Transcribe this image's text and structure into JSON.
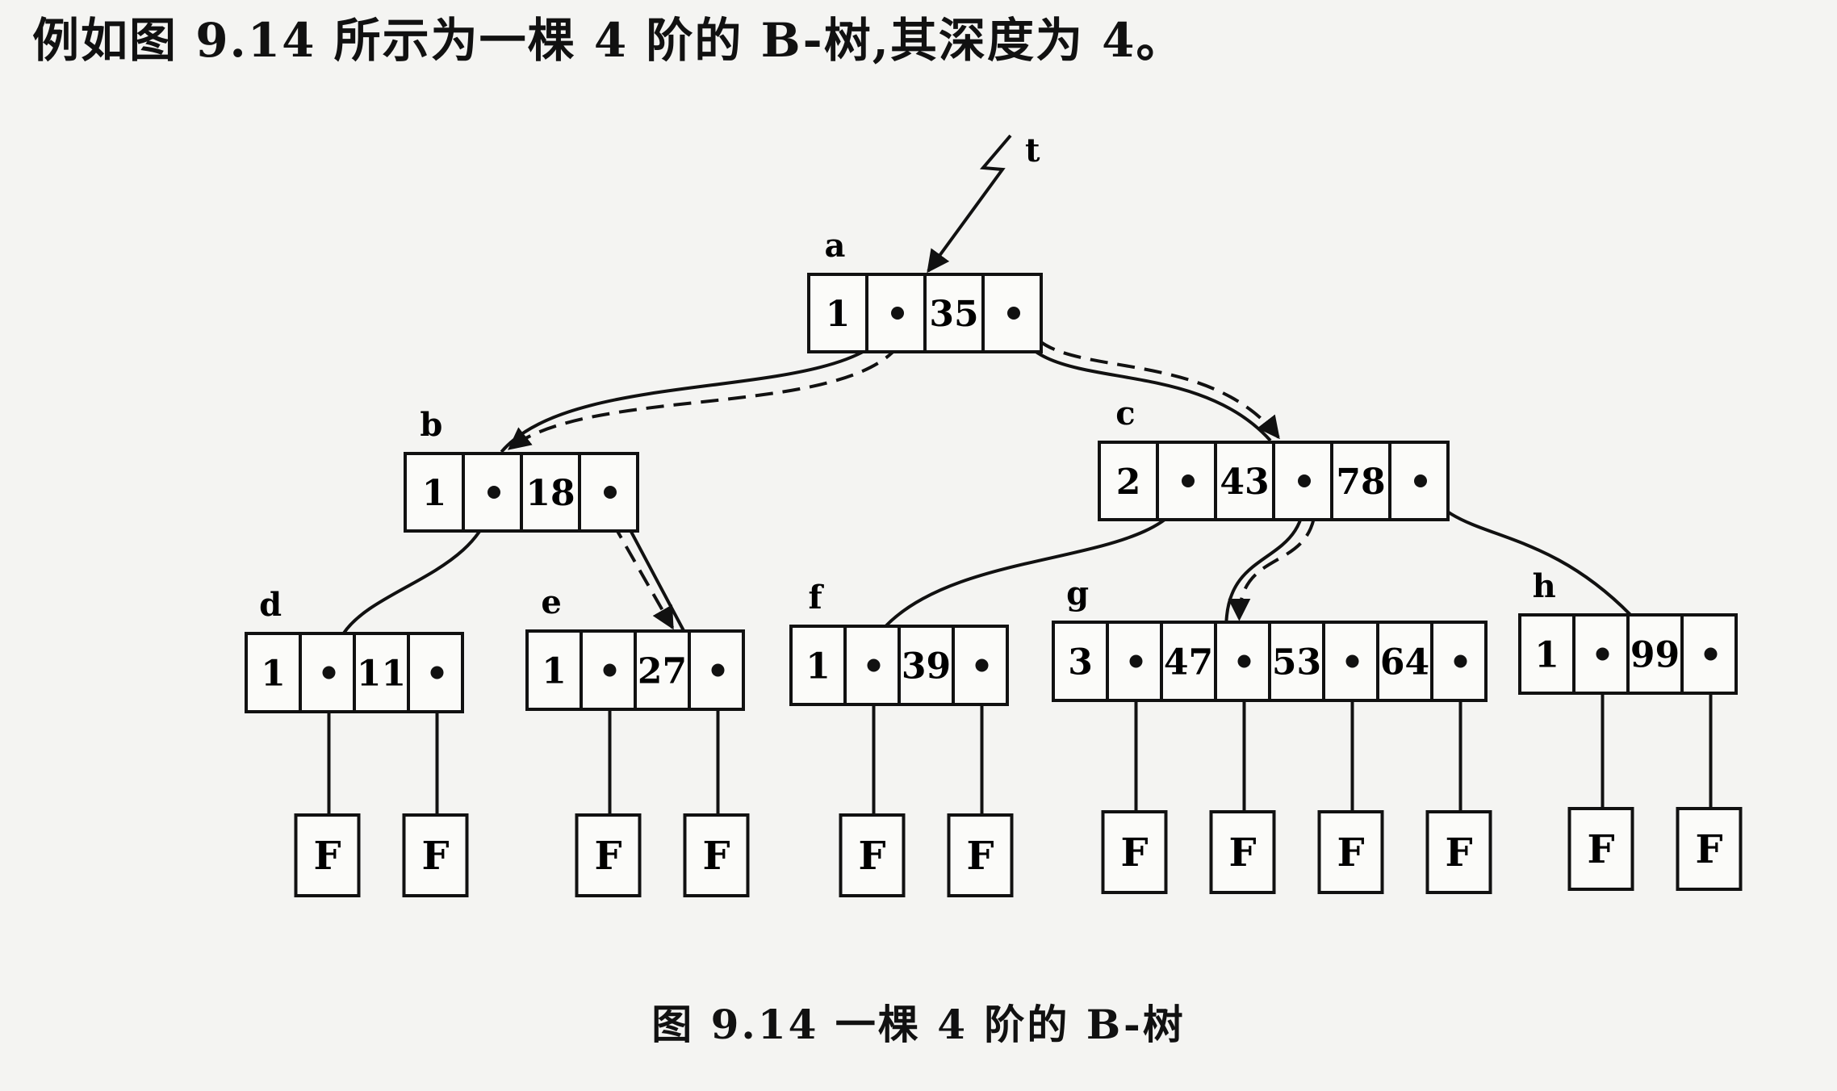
{
  "intro_text": "例如图 9.14 所示为一棵 4 阶的 B-树,其深度为 4。",
  "caption": "图 9.14    一棵 4 阶的 B-树",
  "root_pointer_label": "t",
  "nodes": [
    {
      "id": "a",
      "label": "a",
      "count": "1",
      "keys": [
        "35"
      ]
    },
    {
      "id": "b",
      "label": "b",
      "count": "1",
      "keys": [
        "18"
      ]
    },
    {
      "id": "c",
      "label": "c",
      "count": "2",
      "keys": [
        "43",
        "78"
      ]
    },
    {
      "id": "d",
      "label": "d",
      "count": "1",
      "keys": [
        "11"
      ]
    },
    {
      "id": "e",
      "label": "e",
      "count": "1",
      "keys": [
        "27"
      ]
    },
    {
      "id": "f",
      "label": "f",
      "count": "1",
      "keys": [
        "39"
      ]
    },
    {
      "id": "g",
      "label": "g",
      "count": "3",
      "keys": [
        "47",
        "53",
        "64"
      ]
    },
    {
      "id": "h",
      "label": "h",
      "count": "1",
      "keys": [
        "99"
      ]
    }
  ],
  "failure_node_label": "F",
  "leaf_count": 12
}
